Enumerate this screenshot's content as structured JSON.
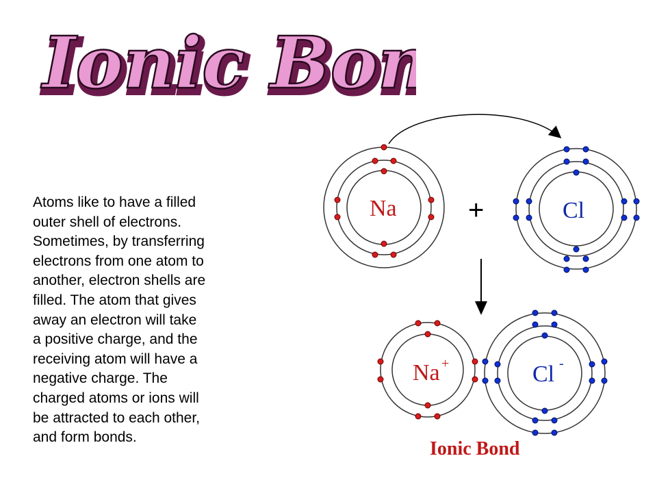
{
  "title": "Ionic Bonding",
  "body_text": "Atoms like to have a filled\nouter shell of electrons.\nSometimes, by transferring\nelectrons from one atom to\nanother, electron shells are\nfilled. The atom that gives\naway an electron will take\na positive charge, and the\nreceiving atom will have a\nnegative charge. The\ncharged atoms or ions will\nbe attracted to each other,\nand form bonds.",
  "diagram": {
    "na_label": "Na",
    "cl_label": "Cl",
    "plus_sign": "+",
    "na_ion_label": "Na",
    "na_ion_charge": "+",
    "cl_ion_label": "Cl",
    "cl_ion_charge": "-",
    "caption": "Ionic Bond"
  },
  "colors": {
    "title_fill": "#e99ad2",
    "title_shadow": "#6a1a4a",
    "sodium_electron": "#d81c1c",
    "chlorine_electron": "#1030d0",
    "shell_stroke": "#333333",
    "caption": "#c01818"
  }
}
